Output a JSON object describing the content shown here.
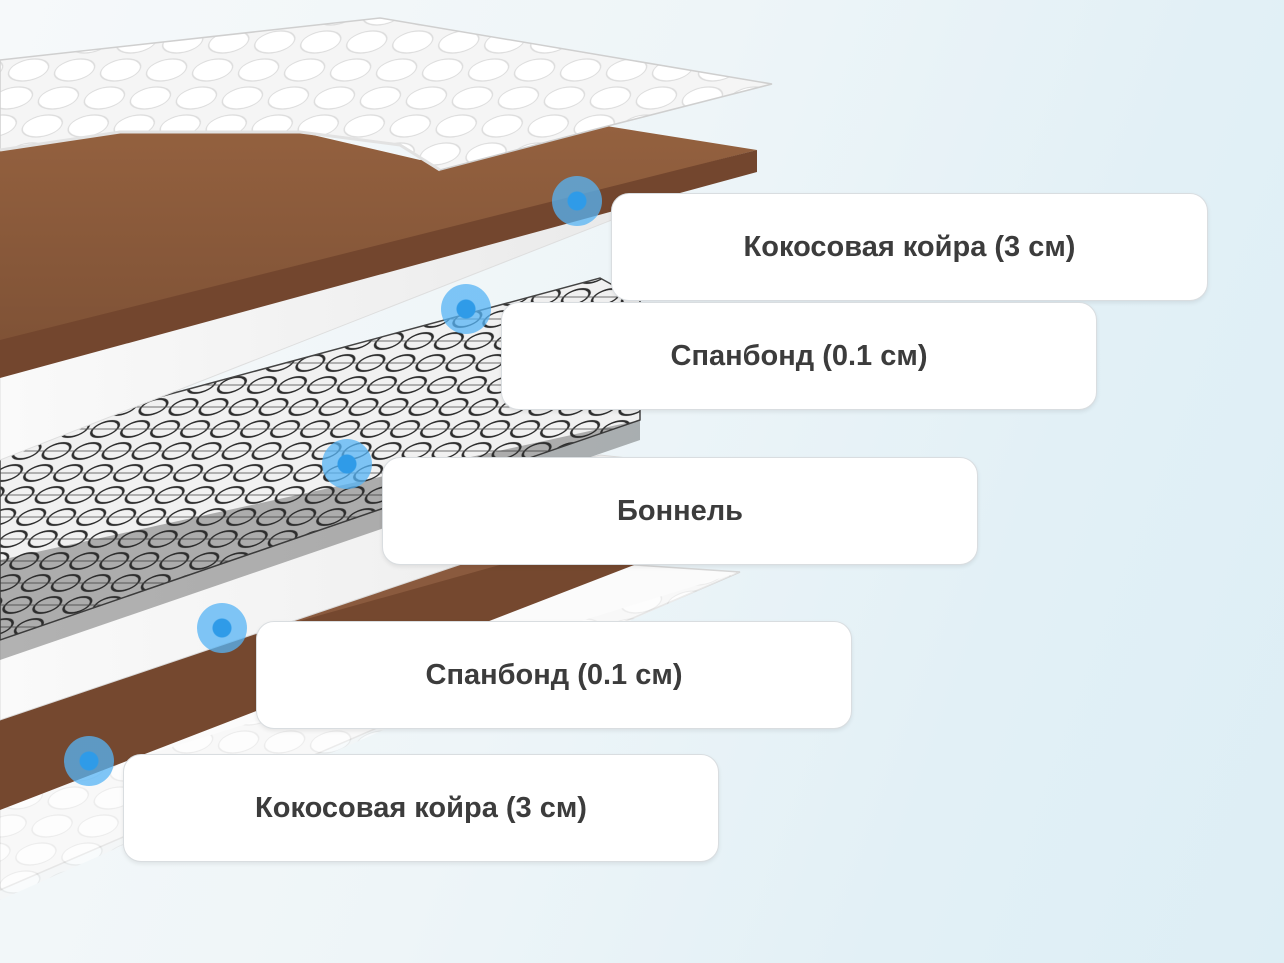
{
  "layers": [
    {
      "id": "coir-top",
      "label": "Кокосовая койра (3 см)"
    },
    {
      "id": "spunbond-top",
      "label": "Спанбонд (0.1 см)"
    },
    {
      "id": "bonnell",
      "label": "Боннель"
    },
    {
      "id": "spunbond-bottom",
      "label": "Спанбонд (0.1 см)"
    },
    {
      "id": "coir-bottom",
      "label": "Кокосовая койра (3 см)"
    }
  ],
  "colors": {
    "coir": "#8a5a3e",
    "coir_edge": "#6f4430",
    "spunbond": "#f2f2f2",
    "spring_wire": "#2e2e2e",
    "marker": "#3aa5ef",
    "cover": "#f7f7f7"
  }
}
